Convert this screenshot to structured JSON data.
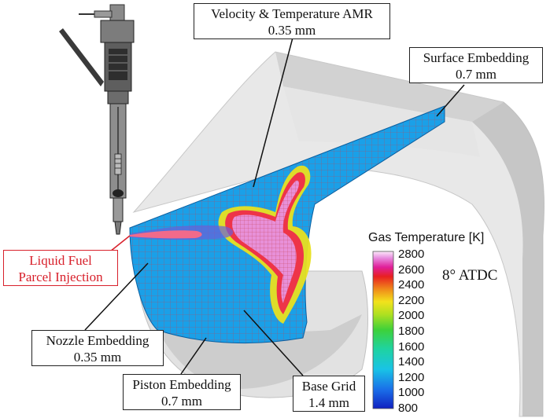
{
  "callouts": {
    "velocity_amr": {
      "line1": "Velocity & Temperature AMR",
      "line2": "0.35 mm"
    },
    "surface_embedding": {
      "line1": "Surface Embedding",
      "line2": "0.7 mm"
    },
    "nozzle_embedding": {
      "line1": "Nozzle Embedding",
      "line2": "0.35 mm"
    },
    "piston_embedding": {
      "line1": "Piston Embedding",
      "line2": "0.7 mm"
    },
    "base_grid": {
      "line1": "Base Grid",
      "line2": "1.4 mm"
    },
    "liquid_fuel": {
      "line1": "Liquid Fuel",
      "line2": "Parcel Injection"
    }
  },
  "legend": {
    "title": "Gas Temperature [K]",
    "ticks": [
      "2800",
      "2600",
      "2400",
      "2200",
      "2000",
      "1800",
      "1600",
      "1400",
      "1200",
      "1000",
      "800"
    ]
  },
  "crank_angle": "8° ATDC",
  "colors": {
    "label_red": "#d8202b",
    "mesh_base": "#1aa0e8",
    "hot_zone": "#e8206a"
  }
}
